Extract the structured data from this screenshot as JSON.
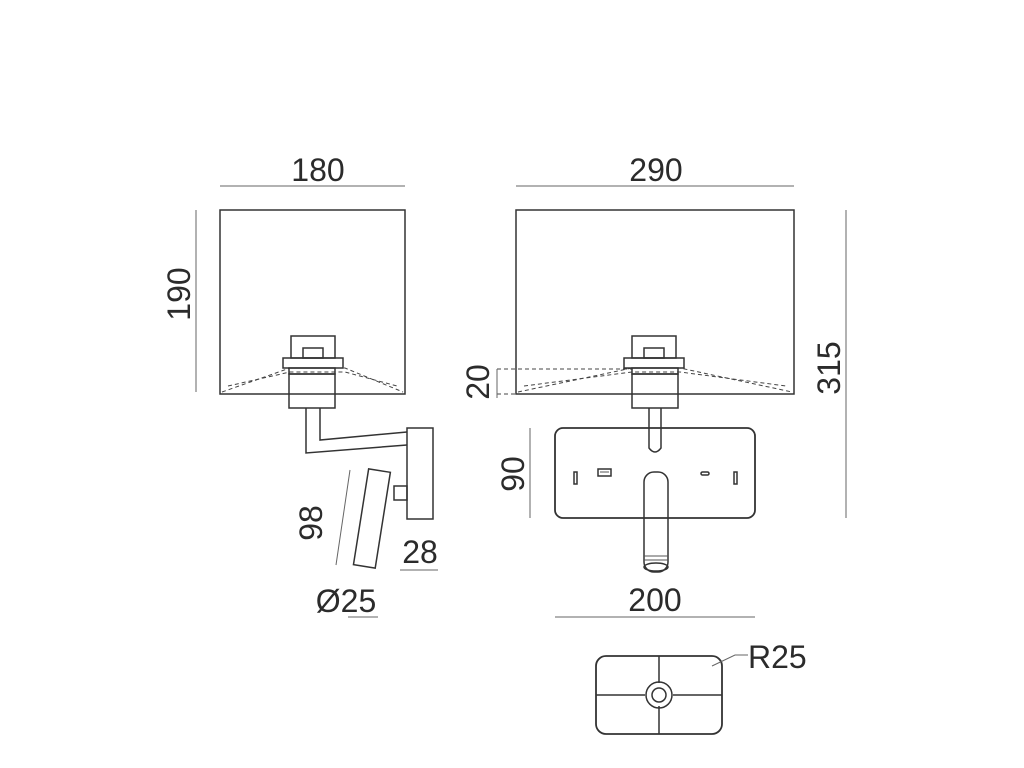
{
  "drawing": {
    "dimensions": {
      "side_shade_width": "180",
      "side_shade_height": "190",
      "reading_arm_length": "98",
      "reading_head_depth": "28",
      "reading_head_diameter": "Ø25",
      "front_shade_width": "290",
      "shade_taper": "20",
      "backplate_height": "90",
      "overall_height": "315",
      "backplate_width": "200",
      "corner_radius": "R25"
    },
    "colors": {
      "line": "#333333",
      "text": "#2b2b2b",
      "background": "#ffffff"
    }
  }
}
